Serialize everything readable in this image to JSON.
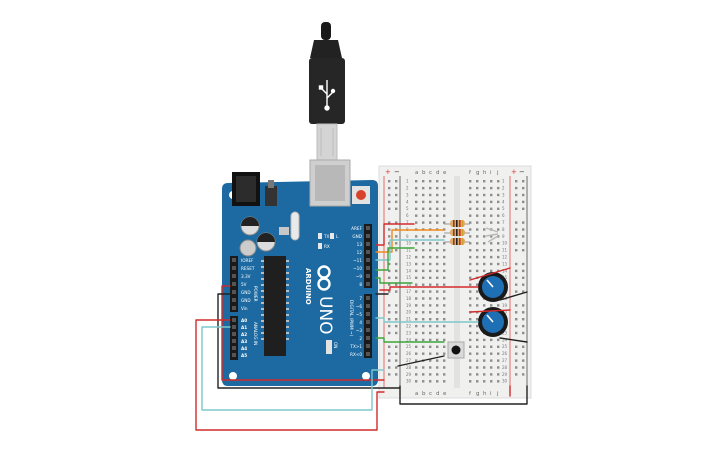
{
  "board": {
    "brand_text": "ARDUINO",
    "model_text": "UNO",
    "power_header_label": "POWER",
    "analog_header_label": "ANALOG IN",
    "digital_header_label": "DIGITAL (PWM ~)",
    "power_pins": [
      "IOREF",
      "RESET",
      "3.3V",
      "5V",
      "GND",
      "GND",
      "Vin"
    ],
    "analog_pins": [
      "A0",
      "A1",
      "A2",
      "A3",
      "A4",
      "A5"
    ],
    "digital_pins_top": [
      "AREF",
      "GND",
      "13",
      "12",
      "~11",
      "~10",
      "~9",
      "8"
    ],
    "digital_pins_bottom": [
      "7",
      "~6",
      "~5",
      "4",
      "~3",
      "2",
      "TX>1",
      "RX<0"
    ],
    "led_labels": [
      "TX",
      "RX",
      "L"
    ],
    "on_label": "ON"
  },
  "breadboard": {
    "left_letters": [
      "a",
      "b",
      "c",
      "d",
      "e"
    ],
    "right_letters": [
      "f",
      "g",
      "h",
      "i",
      "j"
    ],
    "rail_plus": "+",
    "rail_minus": "−",
    "row_numbers": [
      "1",
      "2",
      "3",
      "4",
      "5",
      "6",
      "7",
      "8",
      "9",
      "10",
      "11",
      "12",
      "13",
      "14",
      "15",
      "16",
      "17",
      "18",
      "19",
      "20",
      "21",
      "22",
      "23",
      "24",
      "25",
      "26",
      "27",
      "28",
      "29",
      "30"
    ]
  },
  "colors": {
    "board_blue": "#1c6aa1",
    "breadboard": "#f0f0ef",
    "wire_red": "#d22b2b",
    "wire_black": "#222222",
    "wire_green": "#3aa63a",
    "wire_cyan": "#7ec7cc",
    "wire_orange": "#f08a1c",
    "pot_blue": "#1f6fb5",
    "resistor": "#e0a96d"
  }
}
